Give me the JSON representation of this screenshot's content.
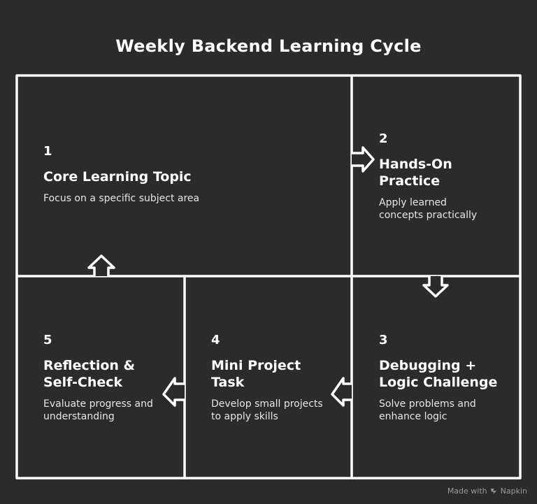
{
  "title": "Weekly Backend Learning Cycle",
  "steps": [
    {
      "number": "1",
      "heading": "Core Learning Topic",
      "description": "Focus on a specific subject area"
    },
    {
      "number": "2",
      "heading": "Hands-On\nPractice",
      "description": "Apply learned\nconcepts practically"
    },
    {
      "number": "3",
      "heading": "Debugging +\nLogic Challenge",
      "description": "Solve problems and\nenhance logic"
    },
    {
      "number": "4",
      "heading": "Mini Project\nTask",
      "description": "Develop small projects\nto apply skills"
    },
    {
      "number": "5",
      "heading": "Reflection &\nSelf-Check",
      "description": "Evaluate progress and\nunderstanding"
    }
  ],
  "footer": {
    "made_with": "Made with",
    "brand": "Napkin",
    "brand_icon": "napkin-logo-icon"
  },
  "colors": {
    "background": "#2b2b2b",
    "line": "#ffffff",
    "footer_text": "#9a9a9a"
  }
}
